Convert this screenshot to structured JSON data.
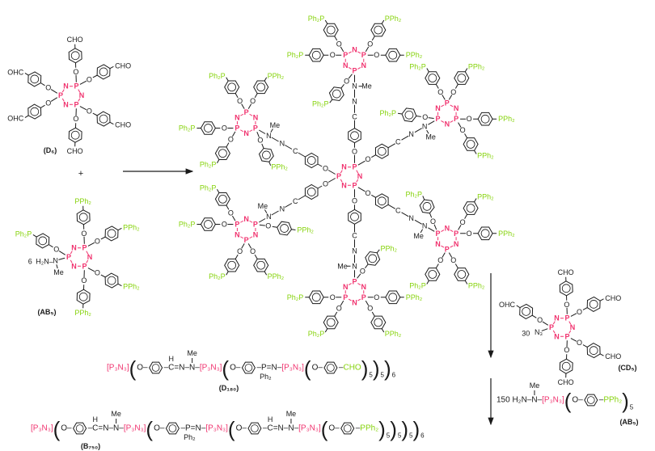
{
  "colors": {
    "phosphazene": "#f0326e",
    "phosphine": "#86d30c",
    "text": "#1a1a1a"
  },
  "ring_atoms": {
    "P": "P",
    "N": "N"
  },
  "atoms": {
    "O": "O",
    "C": "C",
    "N": "N",
    "Me": "Me",
    "H2N": "H₂N–",
    "N3": "N₃"
  },
  "groups": {
    "aldehyde_right": "CHO",
    "aldehyde_left": "OHC",
    "phosphine_right": "PPh₂",
    "phosphine_left": "Ph₂P"
  },
  "compounds": {
    "d6": "(D₆)",
    "ab5": "(AB₅)",
    "cd5": "(CD₅)",
    "d180": "(D₁₈₀)",
    "b750": "(B₇₅₀)",
    "ab5_reagent": "(AB₅)"
  },
  "reagents": {
    "plus": "+",
    "ab5_equiv": "6",
    "cd5_equiv": "30",
    "ab5_equiv_2": "150"
  },
  "formulas": {
    "d180": [
      {
        "t": "[P₃N₃]",
        "c": "p"
      },
      {
        "t": "(",
        "big": 1
      },
      {
        "t": "O–"
      },
      {
        "ring": 1
      },
      {
        "t": "–"
      },
      {
        "t": "C",
        "above": "H"
      },
      {
        "t": "=N–"
      },
      {
        "t": "N",
        "above": "Me"
      },
      {
        "t": "–"
      },
      {
        "t": "[P₃N₃]",
        "c": "p"
      },
      {
        "t": "(",
        "big": 1
      },
      {
        "t": "O–"
      },
      {
        "ring": 1
      },
      {
        "t": "–"
      },
      {
        "t": "P",
        "below": "Ph₂"
      },
      {
        "t": "=N–"
      },
      {
        "t": "[P₃N₃]",
        "c": "p"
      },
      {
        "t": "(",
        "big": 1
      },
      {
        "t": "O–"
      },
      {
        "ring": 1
      },
      {
        "t": "–"
      },
      {
        "t": "CHO",
        "c": "g"
      },
      {
        "t": ")",
        "big": 1
      },
      {
        "t": "5",
        "sub": 1
      },
      {
        "t": ")",
        "big": 1
      },
      {
        "t": "5",
        "sub": 1
      },
      {
        "t": ")",
        "big": 1
      },
      {
        "t": "6",
        "sub": 1
      }
    ],
    "b750": [
      {
        "t": "[P₃N₃]",
        "c": "p"
      },
      {
        "t": "(",
        "big": 1
      },
      {
        "t": "O–"
      },
      {
        "ring": 1
      },
      {
        "t": "–"
      },
      {
        "t": "C",
        "above": "H"
      },
      {
        "t": "=N–"
      },
      {
        "t": "N",
        "above": "Me"
      },
      {
        "t": "–"
      },
      {
        "t": "[P₃N₃]",
        "c": "p"
      },
      {
        "t": "(",
        "big": 1
      },
      {
        "t": "O–"
      },
      {
        "ring": 1
      },
      {
        "t": "–"
      },
      {
        "t": "P",
        "below": "Ph₂"
      },
      {
        "t": "=N–"
      },
      {
        "t": "[P₃N₃]",
        "c": "p"
      },
      {
        "t": "(",
        "big": 1
      },
      {
        "t": "O–"
      },
      {
        "ring": 1
      },
      {
        "t": "–"
      },
      {
        "t": "C",
        "above": "H"
      },
      {
        "t": "=N–"
      },
      {
        "t": "N",
        "above": "Me"
      },
      {
        "t": "–"
      },
      {
        "t": "[P₃N₃]",
        "c": "p"
      },
      {
        "t": "(",
        "big": 1
      },
      {
        "t": "O–"
      },
      {
        "ring": 1
      },
      {
        "t": "–"
      },
      {
        "t": "PPh₂",
        "c": "g"
      },
      {
        "t": ")",
        "big": 1
      },
      {
        "t": "5",
        "sub": 1
      },
      {
        "t": ")",
        "big": 1
      },
      {
        "t": "5",
        "sub": 1
      },
      {
        "t": ")",
        "big": 1
      },
      {
        "t": "5",
        "sub": 1
      },
      {
        "t": ")",
        "big": 1
      },
      {
        "t": "6",
        "sub": 1
      }
    ],
    "ab5_reagent": [
      {
        "t": "150 H₂N–"
      },
      {
        "t": "N",
        "above": "Me"
      },
      {
        "t": "–"
      },
      {
        "t": "[P₃N₃]",
        "c": "p"
      },
      {
        "t": "(",
        "big": 1
      },
      {
        "t": "O–"
      },
      {
        "ring": 1
      },
      {
        "t": "–"
      },
      {
        "t": "PPh₂",
        "c": "g"
      },
      {
        "t": ")",
        "big": 1
      },
      {
        "t": "5",
        "sub": 1
      }
    ]
  }
}
